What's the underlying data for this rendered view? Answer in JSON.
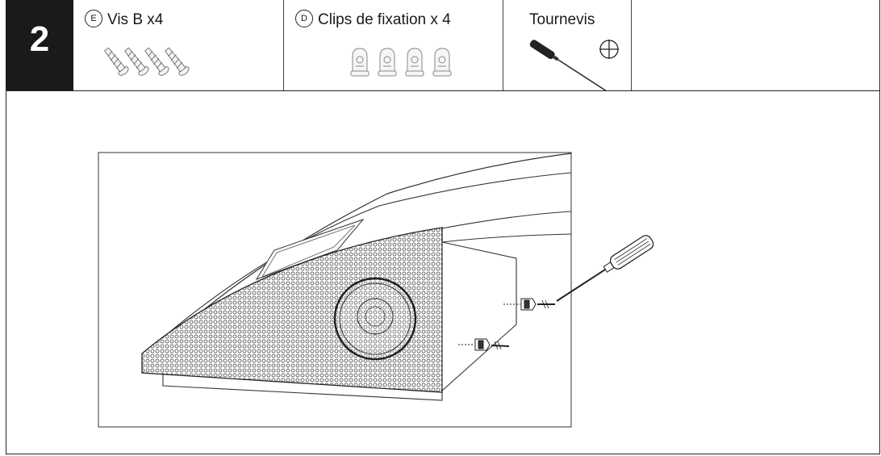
{
  "step": {
    "number": "2"
  },
  "parts": [
    {
      "letter": "E",
      "label": "Vis B x4"
    },
    {
      "letter": "D",
      "label": "Clips de fixation x 4"
    }
  ],
  "tool": {
    "label": "Tournevis"
  }
}
